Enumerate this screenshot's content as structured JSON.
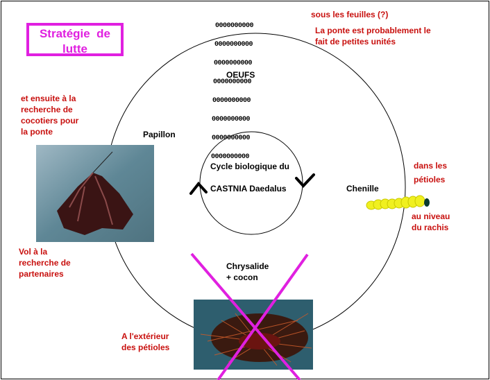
{
  "strategy_box": {
    "label": "Stratégie  de\nlutte",
    "color": "#e020e0"
  },
  "eggs_symbol": [
    "0000000000",
    "0000000000",
    "0000000000",
    "0000000000",
    "0000000000",
    "0000000000",
    "0000000000",
    "0000000000"
  ],
  "center": {
    "line1": "Cycle biologique du",
    "line2": "CASTNIA Daedalus"
  },
  "stages": {
    "eggs": "OEUFS",
    "butterfly": "Papillon",
    "caterpillar": "Chenille",
    "chrysalis": "Chrysalide\n+ cocon"
  },
  "notes": {
    "eggs_location": "sous les feuilles (?)",
    "eggs_laying": "La ponte est probablement le\nfait de petites unités",
    "butterfly_search": "et ensuite à la\nrecherche de\ncocotiers pour\nla ponte",
    "butterfly_flight": "Vol à la\nrecherche de\npartenaires",
    "caterpillar_location1": "dans les\npétioles",
    "caterpillar_location2": "au niveau\ndu rachis",
    "chrysalis_location": "A l'extérieur\ndes pétioles"
  },
  "colors": {
    "red_text": "#c8100e",
    "cross": "#e020e0"
  }
}
